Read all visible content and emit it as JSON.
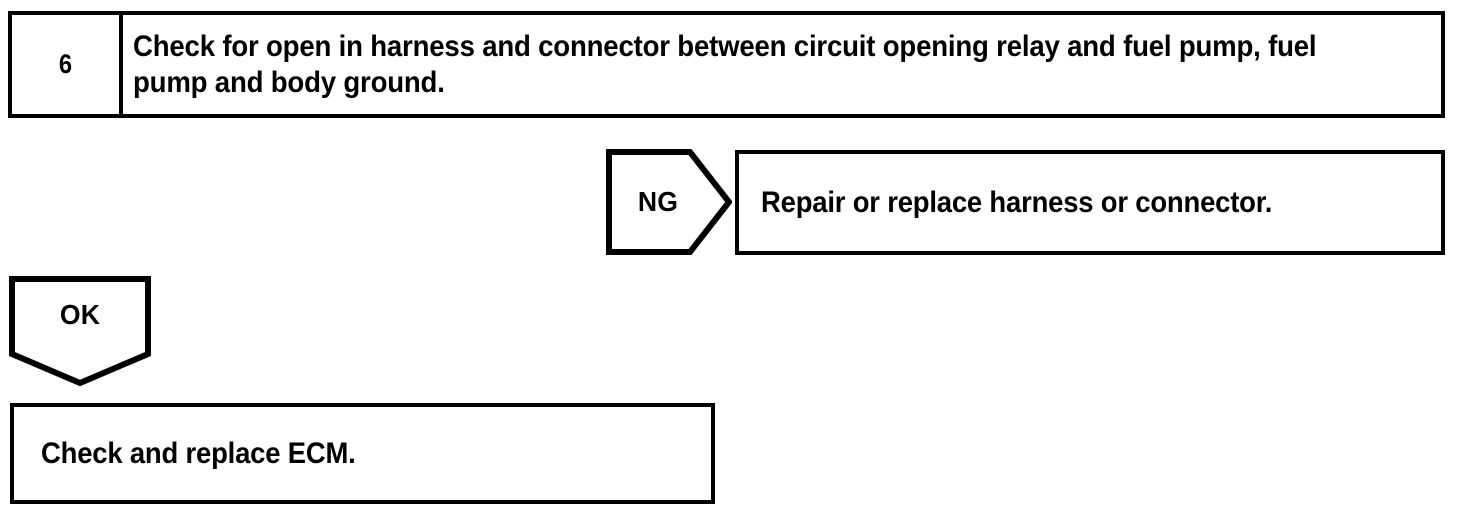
{
  "document": {
    "type": "diagnostic-flowchart",
    "background_color": "#ffffff",
    "line_color": "#000000"
  },
  "step": {
    "number": "6",
    "instruction": "Check for open in harness and connector between circuit opening relay and fuel pump, fuel pump and body ground."
  },
  "branches": {
    "ng": {
      "label": "NG",
      "direction": "right",
      "result": "Repair or replace harness or connector."
    },
    "ok": {
      "label": "OK",
      "direction": "down",
      "result": "Check and replace ECM."
    }
  }
}
